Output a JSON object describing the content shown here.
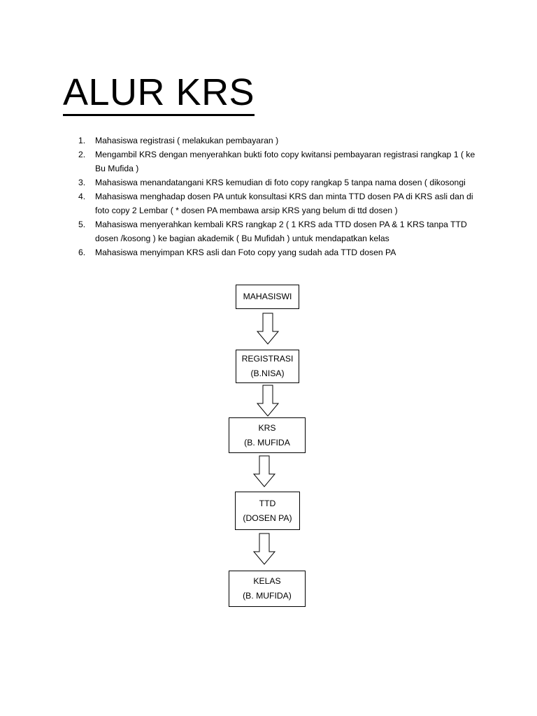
{
  "document": {
    "title": "ALUR KRS",
    "steps": [
      {
        "number": "1.",
        "text": "Mahasiswa registrasi ( melakukan pembayaran )"
      },
      {
        "number": "2.",
        "text": "Mengambil KRS dengan menyerahkan bukti foto copy kwitansi pembayaran registrasi rangkap 1 ( ke Bu Mufida )"
      },
      {
        "number": "3.",
        "text": "Mahasiswa menandatangani  KRS kemudian di foto copy rangkap 5 tanpa nama dosen ( dikosongi"
      },
      {
        "number": "4.",
        "text": "Mahasiswa menghadap dosen PA untuk konsultasi KRS dan minta TTD dosen PA di KRS asli dan di foto copy 2 Lembar ( * dosen PA membawa arsip KRS yang belum di ttd dosen )"
      },
      {
        "number": "5.",
        "text": "Mahasiswa menyerahkan kembali KRS rangkap 2 ( 1 KRS ada TTD dosen  PA & 1 KRS tanpa TTD dosen /kosong ) ke bagian akademik ( Bu Mufidah ) untuk mendapatkan kelas"
      },
      {
        "number": "6.",
        "text": "Mahasiswa menyimpan KRS asli dan Foto copy yang sudah ada TTD dosen PA"
      }
    ]
  },
  "flowchart": {
    "nodes": [
      {
        "line1": "MAHASISWI",
        "line2": ""
      },
      {
        "line1": "REGISTRASI",
        "line2": "(B.NISA)"
      },
      {
        "line1": "KRS",
        "line2": "(B. MUFIDA"
      },
      {
        "line1": "TTD",
        "line2": "(DOSEN PA)"
      },
      {
        "line1": "KELAS",
        "line2": "(B. MUFIDA)"
      }
    ]
  }
}
